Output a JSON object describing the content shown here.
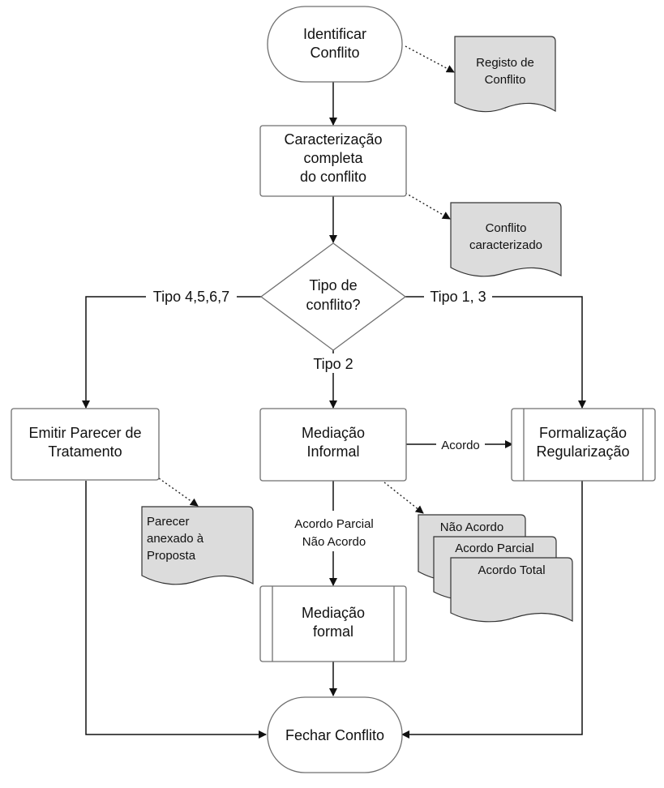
{
  "nodes": {
    "identificar": {
      "lines": [
        "Identificar",
        "Conflito"
      ]
    },
    "caracterizacao": {
      "lines": [
        "Caracterização",
        "completa",
        "do conflito"
      ]
    },
    "decisao": {
      "lines": [
        "Tipo de",
        "conflito?"
      ]
    },
    "emitir": {
      "lines": [
        "Emitir Parecer de",
        "Tratamento"
      ]
    },
    "mediacao_informal": {
      "lines": [
        "Mediação",
        "Informal"
      ]
    },
    "formalizacao": {
      "lines": [
        "Formalização",
        "Regularização"
      ]
    },
    "mediacao_formal": {
      "lines": [
        "Mediação",
        "formal"
      ]
    },
    "fechar": {
      "lines": [
        "Fechar Conflito"
      ]
    }
  },
  "documents": {
    "registo": {
      "lines": [
        "Registo de",
        "Conflito"
      ]
    },
    "conflito_caracterizado": {
      "lines": [
        "Conflito",
        "caracterizado"
      ]
    },
    "parecer": {
      "lines": [
        "Parecer",
        "anexado à",
        "Proposta"
      ]
    },
    "nao_acordo": {
      "lines": [
        "Não Acordo"
      ]
    },
    "acordo_parcial": {
      "lines": [
        "Acordo Parcial"
      ]
    },
    "acordo_total": {
      "lines": [
        "Acordo Total"
      ]
    }
  },
  "edge_labels": {
    "tipo_4567": "Tipo 4,5,6,7",
    "tipo_13": "Tipo 1, 3",
    "tipo_2": "Tipo 2",
    "acordo": "Acordo",
    "acordo_parcial_line1": "Acordo Parcial",
    "acordo_parcial_line2": "Não Acordo"
  }
}
